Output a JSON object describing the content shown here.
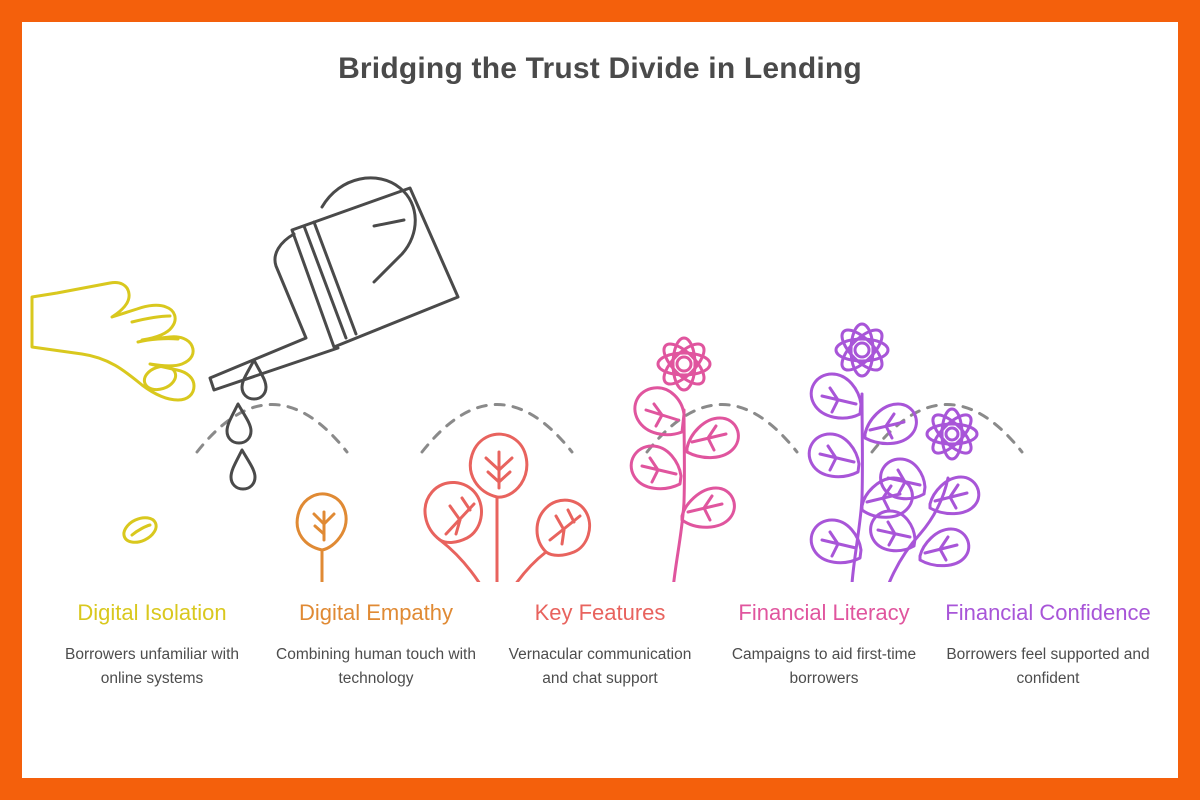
{
  "page": {
    "title": "Bridging the Trust Divide in Lending",
    "border_color": "#F4600C",
    "background": "#ffffff",
    "title_color": "#4a4a4a",
    "connector_color": "#8a8a8a",
    "watering_can_color": "#4a4a4a"
  },
  "stages": [
    {
      "id": "digital-isolation",
      "title": "Digital Isolation",
      "description": "Borrowers unfamiliar with online systems",
      "color": "#D9C81E",
      "icon": "hand-dropping-seed-into-pot-icon",
      "growth": "seed"
    },
    {
      "id": "digital-empathy",
      "title": "Digital Empathy",
      "description": "Combining human touch with technology",
      "color": "#E08A34",
      "icon": "watering-can-over-sprout-icon",
      "growth": "sprout"
    },
    {
      "id": "key-features",
      "title": "Key Features",
      "description": "Vernacular communication and chat support",
      "color": "#E8635E",
      "icon": "three-leaf-plant-icon",
      "growth": "leafy-plant"
    },
    {
      "id": "financial-literacy",
      "title": "Financial Literacy",
      "description": "Campaigns to aid first-time borrowers",
      "color": "#E0559E",
      "icon": "flowering-plant-icon",
      "growth": "flowering"
    },
    {
      "id": "financial-confidence",
      "title": "Financial Confidence",
      "description": "Borrowers feel supported and confident",
      "color": "#A855D8",
      "icon": "double-flowering-plant-icon",
      "growth": "full-bloom"
    }
  ]
}
